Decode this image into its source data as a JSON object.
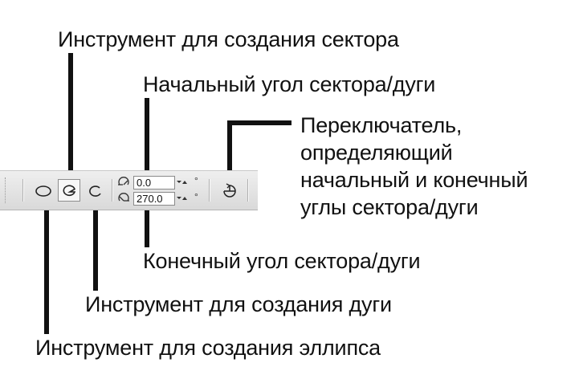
{
  "callouts": {
    "pie_tool": "Инструмент для создания сектора",
    "start_angle": "Начальный угол сектора/дуги",
    "direction_toggle": [
      "Переключатель,",
      "определяющий",
      "начальный и конечный",
      "углы сектора/дуги"
    ],
    "end_angle": "Конечный угол сектора/дуги",
    "arc_tool": "Инструмент для создания дуги",
    "ellipse_tool": "Инструмент для создания эллипса"
  },
  "toolbar": {
    "start_angle_value": "0.0",
    "end_angle_value": "270.0",
    "degree_symbol": "°",
    "icons": {
      "ellipse": "ellipse-icon",
      "pie": "pie-icon",
      "arc": "arc-icon",
      "start_angle": "start-angle-icon",
      "end_angle": "end-angle-icon",
      "direction": "direction-toggle-icon"
    }
  }
}
